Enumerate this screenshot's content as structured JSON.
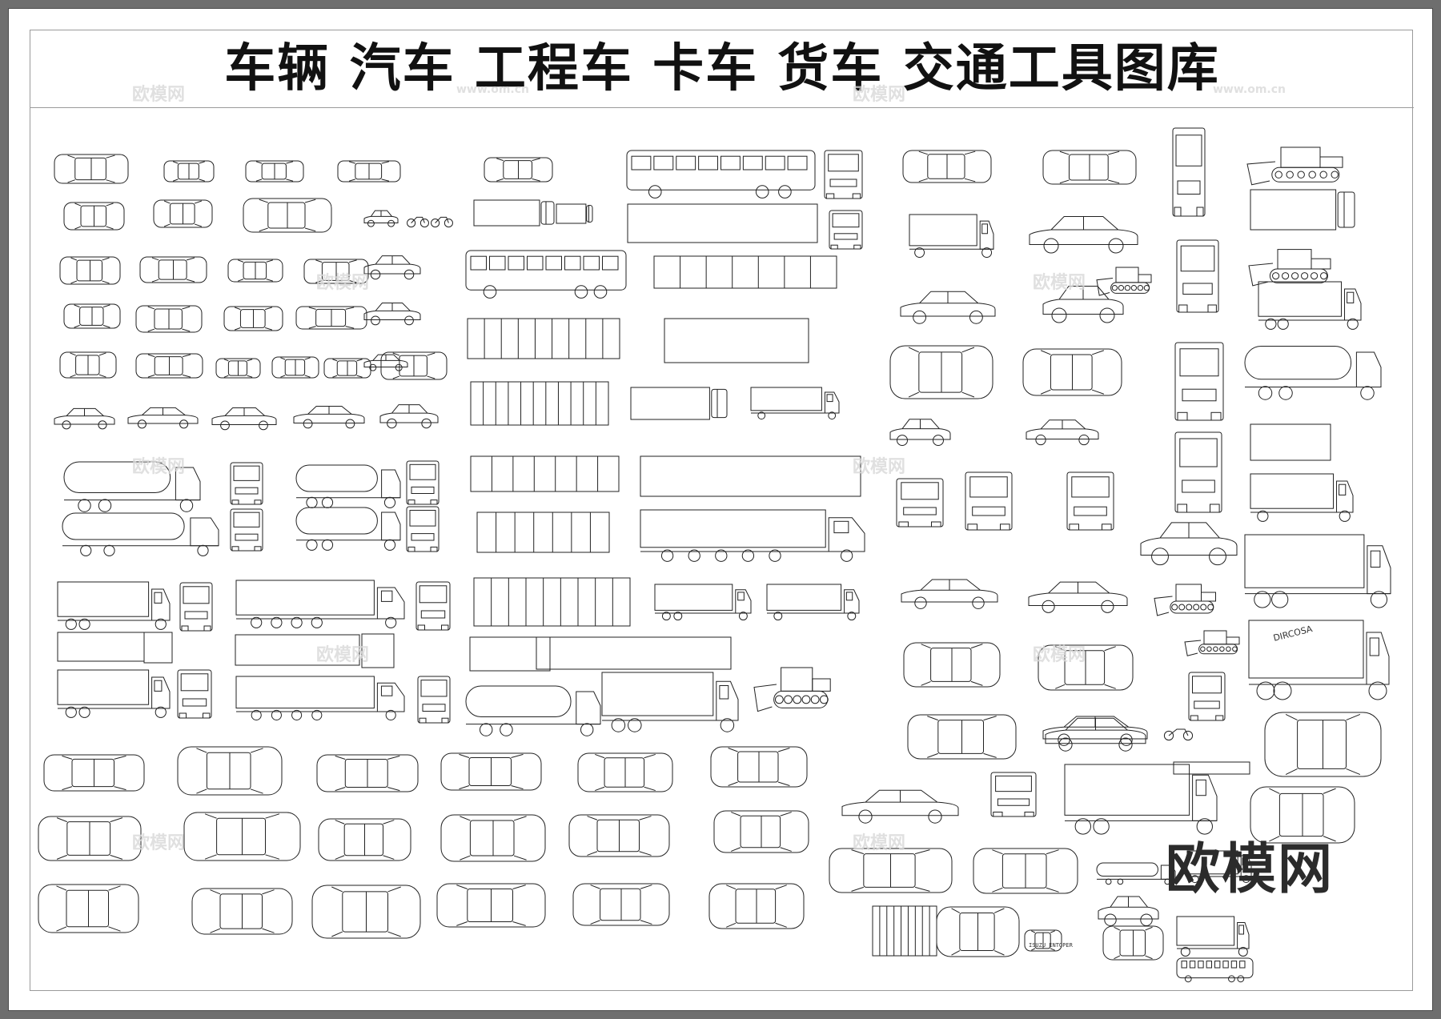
{
  "title": "车辆  汽车  工程车  卡车  货车  交通工具图库",
  "watermark": {
    "small": "欧模网",
    "url": "www.om.cn",
    "brand": "欧模网"
  },
  "caption": "ISUZU ENTOPER",
  "mixer_label": "DIRCOSA",
  "colors": {
    "frame": "#6e6e6e",
    "line": "#222222",
    "watermark": "#d9d9d9"
  }
}
